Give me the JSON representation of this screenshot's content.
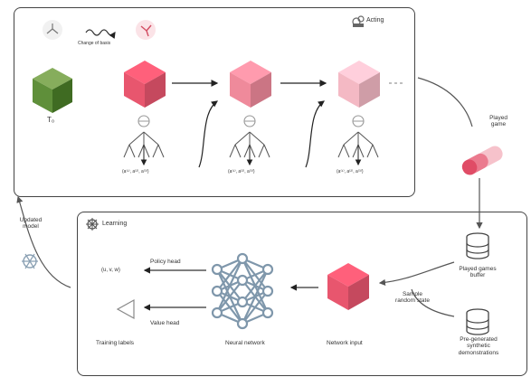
{
  "acting": {
    "title": "Acting",
    "change_of_basis": "Change of basis",
    "t0_label": "T₀",
    "policy_triples": [
      "(a⁽¹⁾, a⁽²⁾, a⁽³⁾)",
      "(a⁽¹⁾, a⁽²⁾, a⁽³⁾)",
      "(a⁽¹⁾, a⁽²⁾, a⁽³⁾)"
    ]
  },
  "played_game": "Played game",
  "updated_model": "Updated model",
  "learning": {
    "title": "Learning",
    "policy_head": "Policy head",
    "value_head": "Value head",
    "u_v_w": "(u, v, w)",
    "training_labels": "Training labels",
    "neural_network": "Neural network",
    "network_input": "Network input",
    "sample_random_state": "Sample random state",
    "played_games_buffer": "Played games buffer",
    "synthetic_demos": "Pre-generated synthetic demonstrations"
  },
  "colors": {
    "tensor_green": "#5f8f3a",
    "cube_1": "#e8566e",
    "cube_2": "#ef8a9b",
    "cube_3": "#f4b9c4",
    "network": "#7f97ab"
  }
}
